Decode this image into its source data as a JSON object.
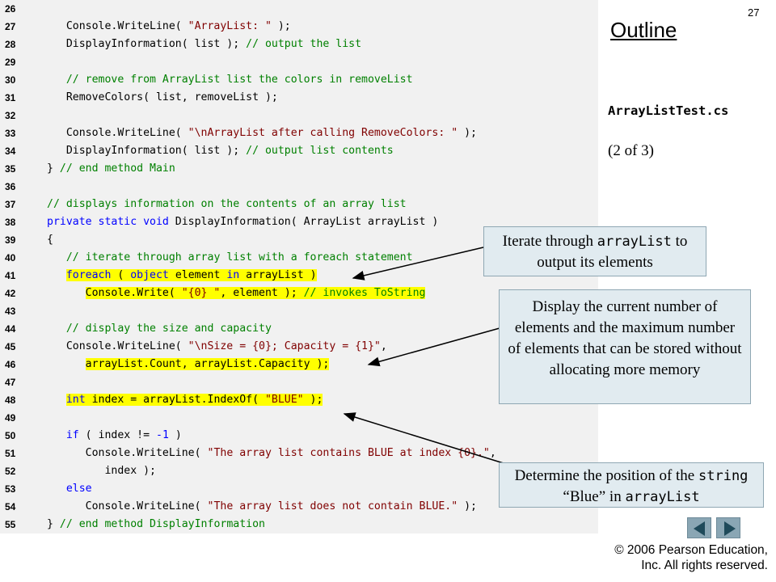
{
  "header": {
    "page_number": "27",
    "title": "Outline",
    "file_name": "ArrayListTest.cs",
    "page_count": "(2 of 3)"
  },
  "code_lines": [
    {
      "n": "26",
      "segs": []
    },
    {
      "n": "27",
      "segs": [
        {
          "t": "   Console.WriteLine( "
        },
        {
          "t": "\"ArrayList: \"",
          "c": "st"
        },
        {
          "t": " );"
        }
      ]
    },
    {
      "n": "28",
      "segs": [
        {
          "t": "   DisplayInformation( list ); "
        },
        {
          "t": "// output the list",
          "c": "cm"
        }
      ]
    },
    {
      "n": "29",
      "segs": []
    },
    {
      "n": "30",
      "segs": [
        {
          "t": "   "
        },
        {
          "t": "// remove from ArrayList list the colors in removeList",
          "c": "cm"
        }
      ]
    },
    {
      "n": "31",
      "segs": [
        {
          "t": "   RemoveColors( list, removeList );"
        }
      ]
    },
    {
      "n": "32",
      "segs": []
    },
    {
      "n": "33",
      "segs": [
        {
          "t": "   Console.WriteLine( "
        },
        {
          "t": "\"\\nArrayList after calling RemoveColors: \"",
          "c": "st"
        },
        {
          "t": " );"
        }
      ]
    },
    {
      "n": "34",
      "segs": [
        {
          "t": "   DisplayInformation( list ); "
        },
        {
          "t": "// output list contents",
          "c": "cm"
        }
      ]
    },
    {
      "n": "35",
      "segs": [
        {
          "t": "} "
        },
        {
          "t": "// end method Main",
          "c": "cm"
        }
      ]
    },
    {
      "n": "36",
      "segs": []
    },
    {
      "n": "37",
      "segs": [
        {
          "t": "// displays information on the contents of an array list",
          "c": "cm"
        }
      ]
    },
    {
      "n": "38",
      "segs": [
        {
          "t": "private static void",
          "c": "kw"
        },
        {
          "t": " DisplayInformation( ArrayList arrayList )"
        }
      ]
    },
    {
      "n": "39",
      "segs": [
        {
          "t": "{"
        }
      ]
    },
    {
      "n": "40",
      "segs": [
        {
          "t": "   "
        },
        {
          "t": "// iterate through array list with a foreach statement",
          "c": "cm"
        }
      ]
    },
    {
      "n": "41",
      "segs": [
        {
          "t": "   "
        },
        {
          "t": "foreach",
          "c": "kw hl"
        },
        {
          "t": " ( ",
          "c": "hl"
        },
        {
          "t": "object",
          "c": "kw hl"
        },
        {
          "t": " element ",
          "c": "hl"
        },
        {
          "t": "in",
          "c": "kw hl"
        },
        {
          "t": " arrayList )",
          "c": "hl"
        }
      ]
    },
    {
      "n": "42",
      "segs": [
        {
          "t": "      "
        },
        {
          "t": "Console.Write( ",
          "c": "hl"
        },
        {
          "t": "\"{0} \"",
          "c": "st hl"
        },
        {
          "t": ", element ); ",
          "c": "hl"
        },
        {
          "t": "// invokes ToString",
          "c": "cm hl"
        }
      ]
    },
    {
      "n": "43",
      "segs": []
    },
    {
      "n": "44",
      "segs": [
        {
          "t": "   "
        },
        {
          "t": "// display the size and capacity",
          "c": "cm"
        }
      ]
    },
    {
      "n": "45",
      "segs": [
        {
          "t": "   Console.WriteLine( "
        },
        {
          "t": "\"\\nSize = {0}; Capacity = {1}\"",
          "c": "st"
        },
        {
          "t": ","
        }
      ]
    },
    {
      "n": "46",
      "segs": [
        {
          "t": "      "
        },
        {
          "t": "arrayList.Count, arrayList.Capacity );",
          "c": "hl"
        }
      ]
    },
    {
      "n": "47",
      "segs": []
    },
    {
      "n": "48",
      "segs": [
        {
          "t": "   "
        },
        {
          "t": "int",
          "c": "kw hl"
        },
        {
          "t": " index = arrayList.IndexOf( ",
          "c": "hl"
        },
        {
          "t": "\"BLUE\"",
          "c": "st hl"
        },
        {
          "t": " );",
          "c": "hl"
        }
      ]
    },
    {
      "n": "49",
      "segs": []
    },
    {
      "n": "50",
      "segs": [
        {
          "t": "   "
        },
        {
          "t": "if",
          "c": "kw"
        },
        {
          "t": " ( index != "
        },
        {
          "t": "-1",
          "c": "kw"
        },
        {
          "t": " )"
        }
      ]
    },
    {
      "n": "51",
      "segs": [
        {
          "t": "      Console.WriteLine( "
        },
        {
          "t": "\"The array list contains BLUE at index {0}.\"",
          "c": "st"
        },
        {
          "t": ","
        }
      ]
    },
    {
      "n": "52",
      "segs": [
        {
          "t": "         index );"
        }
      ]
    },
    {
      "n": "53",
      "segs": [
        {
          "t": "   "
        },
        {
          "t": "else",
          "c": "kw"
        }
      ]
    },
    {
      "n": "54",
      "segs": [
        {
          "t": "      Console.WriteLine( "
        },
        {
          "t": "\"The array list does not contain BLUE.\"",
          "c": "st"
        },
        {
          "t": " );"
        }
      ]
    },
    {
      "n": "55",
      "segs": [
        {
          "t": "} "
        },
        {
          "t": "// end method DisplayInformation",
          "c": "cm"
        }
      ]
    }
  ],
  "callouts": {
    "foreach": {
      "pre": "Iterate through ",
      "code": "arrayList",
      "post": " to output its elements"
    },
    "size": {
      "text": "Display the current number of elements and the maximum number of elements that can be stored without allocating more memory"
    },
    "indexof": {
      "pre": "Determine the position of the ",
      "code1": "string",
      "mid": " “Blue” in ",
      "code2": "arrayList"
    }
  },
  "footer": {
    "copyright_line1": "© 2006 Pearson Education,",
    "copyright_line2": "Inc.  All rights reserved."
  },
  "nav": {
    "prev_icon": "triangle-left-icon",
    "next_icon": "triangle-right-icon"
  }
}
